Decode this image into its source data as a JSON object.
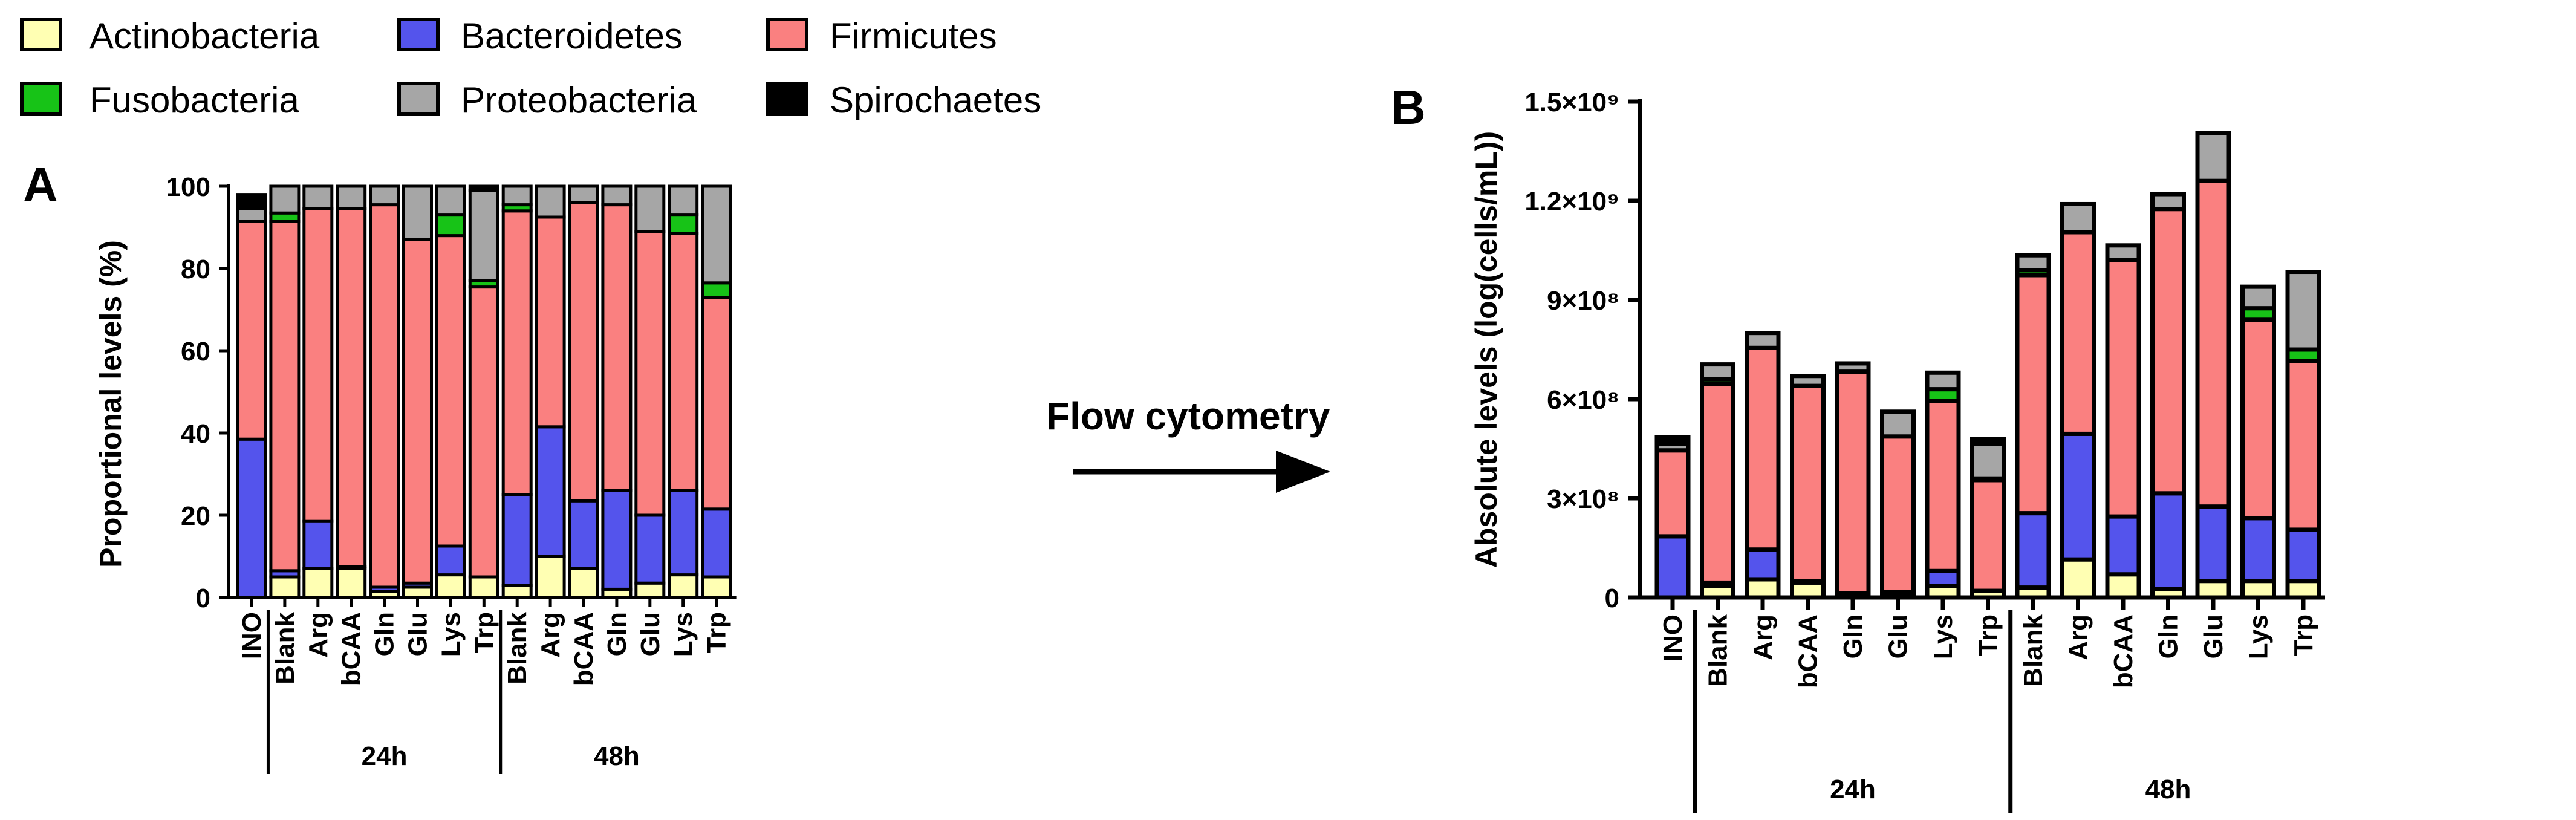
{
  "legend": [
    {
      "name": "Actinobacteria",
      "color": "#ffffb3"
    },
    {
      "name": "Bacteroidetes",
      "color": "#5454ec"
    },
    {
      "name": "Firmicutes",
      "color": "#fa8080"
    },
    {
      "name": "Fusobacteria",
      "color": "#17c317"
    },
    {
      "name": "Proteobacteria",
      "color": "#a6a6a6"
    },
    {
      "name": "Spirochaetes",
      "color": "#000000"
    }
  ],
  "arrow": {
    "label": "Flow cytometry"
  },
  "chart_data": [
    {
      "panel": "A",
      "type": "bar",
      "stacked": true,
      "ylabel": "Proportional levels (%)",
      "ylim": [
        0,
        100
      ],
      "yticks": [
        "0",
        "20",
        "40",
        "60",
        "80",
        "100"
      ],
      "categories": [
        "INO",
        "Blank",
        "Arg",
        "bCAA",
        "Gln",
        "Glu",
        "Lys",
        "Trp",
        "Blank",
        "Arg",
        "bCAA",
        "Gln",
        "Glu",
        "Lys",
        "Trp"
      ],
      "groups": [
        {
          "label": "24h",
          "from": 1,
          "to": 7
        },
        {
          "label": "48h",
          "from": 8,
          "to": 14
        }
      ],
      "series": [
        {
          "name": "Actinobacteria",
          "values": [
            0,
            5,
            7,
            7,
            1.5,
            2.5,
            5.5,
            5,
            3,
            10,
            7,
            2,
            3.5,
            5.5,
            5
          ]
        },
        {
          "name": "Bacteroidetes",
          "values": [
            38.5,
            1.5,
            11.5,
            0.5,
            1,
            1,
            7,
            0,
            22,
            31.5,
            16.5,
            24,
            16.5,
            20.5,
            16.5
          ]
        },
        {
          "name": "Firmicutes",
          "values": [
            53,
            85,
            76,
            87,
            93,
            83.5,
            75.5,
            70.5,
            69,
            51,
            72.5,
            69.5,
            69,
            62.5,
            51.5
          ]
        },
        {
          "name": "Fusobacteria",
          "values": [
            0,
            2,
            0,
            0,
            0,
            0,
            5,
            1.5,
            1.5,
            0,
            0,
            0,
            0,
            4.5,
            3.5
          ]
        },
        {
          "name": "Proteobacteria",
          "values": [
            3,
            6.5,
            5.5,
            5.5,
            4.5,
            13,
            7,
            22,
            4.5,
            7.5,
            4,
            4.5,
            11,
            7,
            23.5
          ]
        },
        {
          "name": "Spirochaetes",
          "values": [
            3.5,
            0,
            0,
            0,
            0,
            0,
            0,
            1,
            0,
            0,
            0,
            0,
            0,
            0,
            0
          ]
        }
      ]
    },
    {
      "panel": "B",
      "type": "bar",
      "stacked": true,
      "ylabel": "Absolute levels (log(cells/mL))",
      "ylim": [
        0,
        1500000000
      ],
      "yticks": [
        "0",
        "3×10⁸",
        "6×10⁸",
        "9×10⁸",
        "1.2×10⁹",
        "1.5×10⁹"
      ],
      "categories": [
        "INO",
        "Blank",
        "Arg",
        "bCAA",
        "Gln",
        "Glu",
        "Lys",
        "Trp",
        "Blank",
        "Arg",
        "bCAA",
        "Gln",
        "Glu",
        "Lys",
        "Trp"
      ],
      "groups": [
        {
          "label": "24h",
          "from": 1,
          "to": 7
        },
        {
          "label": "48h",
          "from": 8,
          "to": 14
        }
      ],
      "series": [
        {
          "name": "Actinobacteria",
          "values": [
            0,
            35000000,
            55000000,
            45000000,
            8000000,
            12000000,
            35000000,
            20000000,
            30000000,
            115000000,
            70000000,
            25000000,
            50000000,
            50000000,
            50000000
          ]
        },
        {
          "name": "Bacteroidetes",
          "values": [
            185000000,
            10000000,
            90000000,
            5000000,
            5000000,
            5000000,
            45000000,
            0,
            225000000,
            380000000,
            175000000,
            290000000,
            225000000,
            190000000,
            155000000
          ]
        },
        {
          "name": "Firmicutes",
          "values": [
            260000000,
            600000000,
            610000000,
            590000000,
            670000000,
            470000000,
            515000000,
            335000000,
            720000000,
            610000000,
            775000000,
            860000000,
            985000000,
            600000000,
            510000000
          ]
        },
        {
          "name": "Fusobacteria",
          "values": [
            0,
            15000000,
            0,
            0,
            0,
            0,
            35000000,
            5000000,
            15000000,
            0,
            0,
            0,
            0,
            35000000,
            35000000
          ]
        },
        {
          "name": "Proteobacteria",
          "values": [
            20000000,
            45000000,
            45000000,
            30000000,
            25000000,
            75000000,
            50000000,
            105000000,
            45000000,
            85000000,
            45000000,
            45000000,
            145000000,
            65000000,
            235000000
          ]
        },
        {
          "name": "Spirochaetes",
          "values": [
            20000000,
            0,
            0,
            0,
            0,
            0,
            0,
            15000000,
            0,
            0,
            0,
            0,
            0,
            0,
            0
          ]
        }
      ]
    }
  ]
}
